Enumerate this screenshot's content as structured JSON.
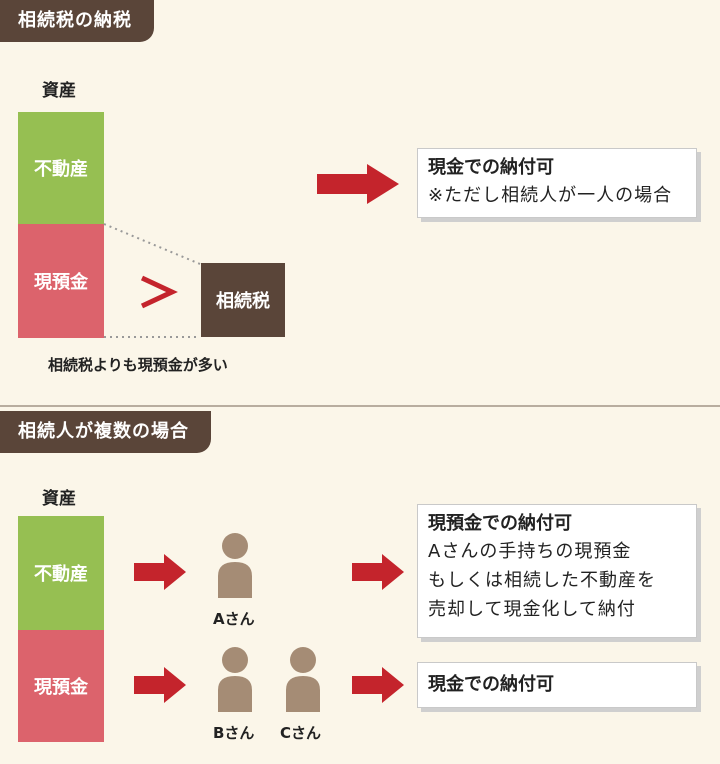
{
  "section1": {
    "title": "相続税の納税",
    "asset_label": "資産",
    "real_estate": "不動産",
    "cash": "現預金",
    "tax": "相続税",
    "caption": "相続税よりも現預金が多い",
    "note_title": "現金での納付可",
    "note_body": "※ただし相続人が一人の場合"
  },
  "section2": {
    "title": "相続人が複数の場合",
    "asset_label": "資産",
    "real_estate": "不動産",
    "cash": "現預金",
    "person_a": "Aさん",
    "person_b": "Bさん",
    "person_c": "Cさん",
    "note1_title": "現預金での納付可",
    "note1_lines": [
      "Aさんの手持ちの現預金",
      "もしくは相続した不動産を",
      "売却して現金化して納付"
    ],
    "note2_title": "現金での納付可"
  },
  "colors": {
    "background": "#fbf6e9",
    "header_brown": "#5a4539",
    "green": "#96bf52",
    "red": "#dc636c",
    "arrow_red": "#c4242c",
    "person": "#a58c75"
  },
  "icons": [
    "arrow-right-icon",
    "greater-than-icon",
    "person-icon"
  ]
}
